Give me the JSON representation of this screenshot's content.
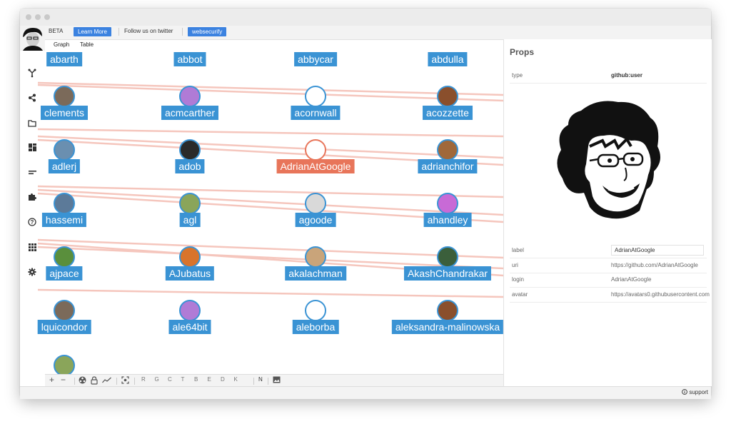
{
  "header": {
    "beta": "BETA",
    "learn_more": "Learn More",
    "follow": "Follow us on twitter",
    "brand": "websecurify"
  },
  "tabs": [
    "Graph",
    "Table"
  ],
  "sidebar_icons": [
    "graph-icon",
    "share-icon",
    "folder-icon",
    "dashboard-icon",
    "list-icon",
    "puzzle-icon",
    "help-icon",
    "grid-icon",
    "settings-icon"
  ],
  "graph": {
    "labels": [
      "abarth",
      "abbot",
      "abbycar",
      "abdulla",
      "clements",
      "acmcarther",
      "acornwall",
      "acozzette",
      "adlerj",
      "adob",
      "AdrianAtGoogle",
      "adrianchifor",
      "hassemi",
      "agl",
      "agoode",
      "ahandley",
      "ajpace",
      "AJubatus",
      "akalachman",
      "AkashChandrakar",
      "lquicondor",
      "ale64bit",
      "aleborba",
      "aleksandra-malinowska"
    ],
    "selected": "AdrianAtGoogle",
    "colors": {
      "node": "#3a93d4",
      "selected": "#e8755a",
      "edge": "#f5c6bd"
    }
  },
  "bottom_toolbar": {
    "zoom_in": "+",
    "zoom_out": "−",
    "letters": [
      "R",
      "G",
      "C",
      "T",
      "B",
      "E",
      "D",
      "K"
    ],
    "n": "N"
  },
  "props": {
    "title": "Props",
    "type_key": "type",
    "type_value": "github:user",
    "rows": [
      {
        "key": "label",
        "value": "AdrianAtGoogle"
      },
      {
        "key": "uri",
        "value": "https://github.com/AdrianAtGoogle"
      },
      {
        "key": "login",
        "value": "AdrianAtGoogle"
      },
      {
        "key": "avatar",
        "value": "https://avatars0.githubusercontent.com"
      }
    ]
  },
  "footer": {
    "support": "support"
  }
}
